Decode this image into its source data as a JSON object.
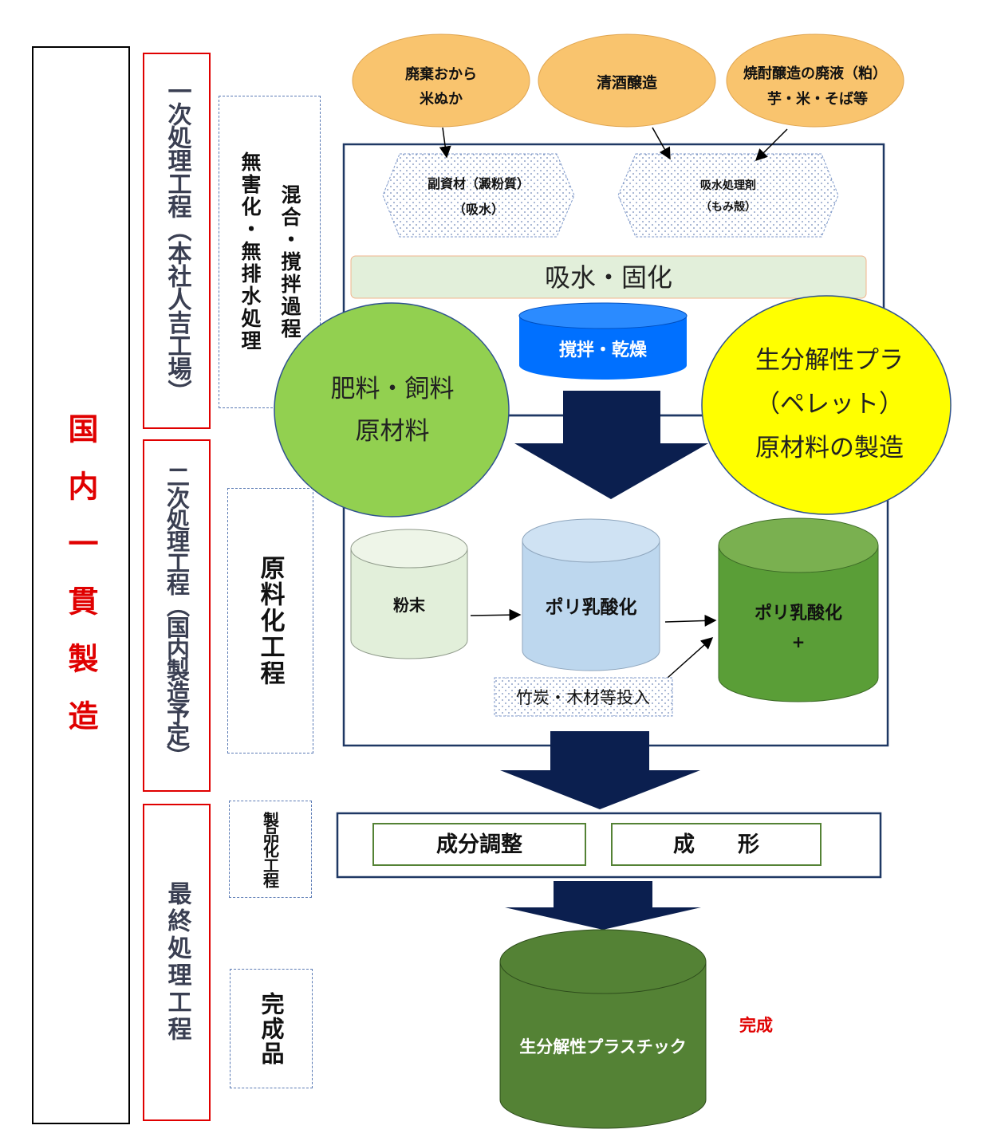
{
  "domestic": {
    "label": "国内一貫製造"
  },
  "stages": {
    "primary": "一次処理工程（本社人吉工場）",
    "secondary": "二次処理工程（国内製造予定）",
    "final": "最終処理工程"
  },
  "subprocesses": {
    "detox_line1": "無害化・無排水処理",
    "detox_line2": "混合・撹拌過程",
    "material": "原料化工程",
    "product": "製品化工程",
    "finished": "完成品"
  },
  "inputs": {
    "okara_line1": "廃棄おから",
    "okara_line2": "米ぬか",
    "sake": "清酒醸造",
    "shochu_line1": "焼酎醸造の廃液（粕）",
    "shochu_line2": "芋・米・そば等"
  },
  "additives": {
    "starch_line1": "副資材（澱粉質）",
    "starch_line2": "（吸水）",
    "husk_line1": "吸水処理剤",
    "husk_line2": "（もみ殻）"
  },
  "steps": {
    "absorb": "吸水・固化",
    "stir_dry": "撹拌・乾燥",
    "powder": "粉末",
    "pla": "ポリ乳酸化",
    "pla_plus_line1": "ポリ乳酸化",
    "pla_plus_line2": "+",
    "charcoal": "竹炭・木材等投入",
    "adjust": "成分調整",
    "mold": "成　　形",
    "final_product": "生分解性プラスチック",
    "done": "完成"
  },
  "outputs": {
    "fertilizer_line1": "肥料・飼料",
    "fertilizer_line2": "原材料",
    "pellet_line1": "生分解性プラ",
    "pellet_line2": "（ペレット）",
    "pellet_line3": "原材料の製造"
  },
  "colors": {
    "red": "#e00000",
    "navy": "#0b1f4f",
    "orange_fill": "#f9c46e",
    "light_green": "#e2efda",
    "blue_drum": "#0070ff",
    "green_circle": "#92d050",
    "yellow_circle": "#ffff00",
    "pale_blue": "#bdd7ee",
    "mid_green": "#5a9e37",
    "dark_green": "#548235"
  }
}
